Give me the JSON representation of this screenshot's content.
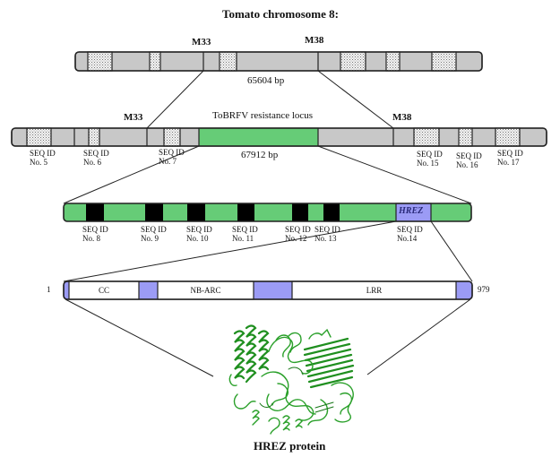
{
  "title": "Tomato chromosome 8:",
  "colors": {
    "grey_segment": "#c8c8c8",
    "green_locus": "#66cc77",
    "black_gene": "#000000",
    "purple_domain": "#9b9bf5",
    "white_domain": "#ffffff",
    "protein_green": "#2aa02a",
    "outline": "#222222"
  },
  "level1": {
    "markers": [
      "M33",
      "M38"
    ],
    "size_label": "65604 bp"
  },
  "level2": {
    "markers": [
      "M33",
      "M38"
    ],
    "locus_label": "ToBRFV resistance locus",
    "size_label": "67912 bp",
    "seq_ids": [
      {
        "line1": "SEQ ID",
        "line2": "No. 5"
      },
      {
        "line1": "SEQ ID",
        "line2": "No. 6"
      },
      {
        "line1": "SEQ ID",
        "line2": "No. 7"
      },
      {
        "line1": "SEQ ID",
        "line2": "No. 15"
      },
      {
        "line1": "SEQ ID",
        "line2": "No. 16"
      },
      {
        "line1": "SEQ ID",
        "line2": "No. 17"
      }
    ]
  },
  "level3": {
    "gene_label": "HREZ",
    "seq_ids": [
      {
        "line1": "SEQ ID",
        "line2": "No. 8"
      },
      {
        "line1": "SEQ ID",
        "line2": "No. 9"
      },
      {
        "line1": "SEQ ID",
        "line2": "No. 10"
      },
      {
        "line1": "SEQ ID",
        "line2": "No. 11"
      },
      {
        "line1": "SEQ ID",
        "line2": "No. 12"
      },
      {
        "line1": "SEQ ID",
        "line2": "No. 13"
      },
      {
        "line1": "SEQ ID",
        "line2": "No.14"
      }
    ]
  },
  "level4": {
    "start": "1",
    "end": "979",
    "domains": [
      "CC",
      "NB-ARC",
      "LRR"
    ]
  },
  "protein": {
    "label": "HREZ protein"
  }
}
